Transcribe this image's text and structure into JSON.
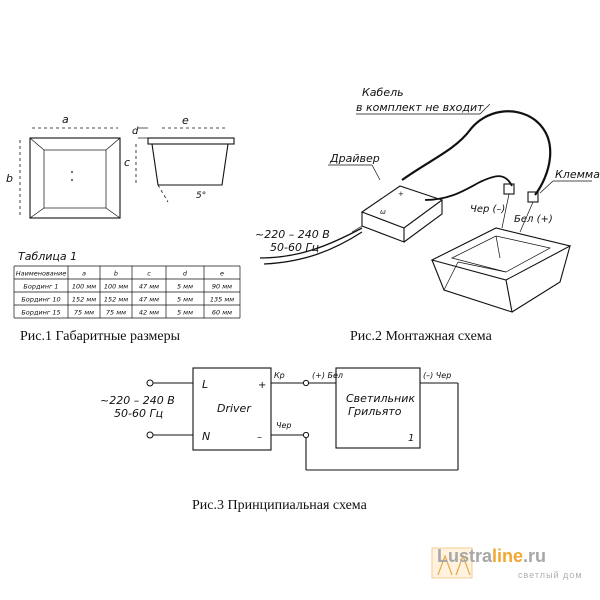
{
  "fig1": {
    "caption": "Рис.1 Габаритные размеры",
    "dim_a": "a",
    "dim_b": "b",
    "dim_c": "c",
    "dim_d": "d",
    "dim_e": "e",
    "angle": "5°"
  },
  "table": {
    "title": "Таблица 1",
    "headers": [
      "Наименование",
      "a",
      "b",
      "c",
      "d",
      "e"
    ],
    "rows": [
      [
        "Бординг 1",
        "100 мм",
        "100 мм",
        "47 мм",
        "5 мм",
        "90 мм"
      ],
      [
        "Бординг 10",
        "152 мм",
        "152 мм",
        "47 мм",
        "5 мм",
        "135 мм"
      ],
      [
        "Бординг 15",
        "75 мм",
        "75 мм",
        "42 мм",
        "5 мм",
        "60 мм"
      ]
    ]
  },
  "fig2": {
    "caption": "Рис.2 Монтажная схема",
    "cable_line1": "Кабель",
    "cable_line2": "в комплект не входит",
    "driver": "Драйвер",
    "clamp": "Клемма",
    "voltage": "~220 – 240 В",
    "frequency": "50-60 Гц",
    "black": "Чер (–)",
    "white": "Бел (+)"
  },
  "fig3": {
    "caption": "Рис.3 Принципиальная схема",
    "voltage": "~220 – 240 В",
    "frequency": "50-60 Гц",
    "driver": "Driver",
    "L": "L",
    "N": "N",
    "plus": "+",
    "minus": "–",
    "kr": "Кр",
    "cher": "Чер",
    "plus_bel": "(+) Бел",
    "minus_cher": "(–) Чер",
    "lamp_line1": "Светильник",
    "lamp_line2": "Грильято",
    "one": "1"
  },
  "watermark": {
    "brand_a": "Lustra",
    "brand_b": "line",
    "brand_c": ".ru",
    "tagline": "светлый дом"
  }
}
